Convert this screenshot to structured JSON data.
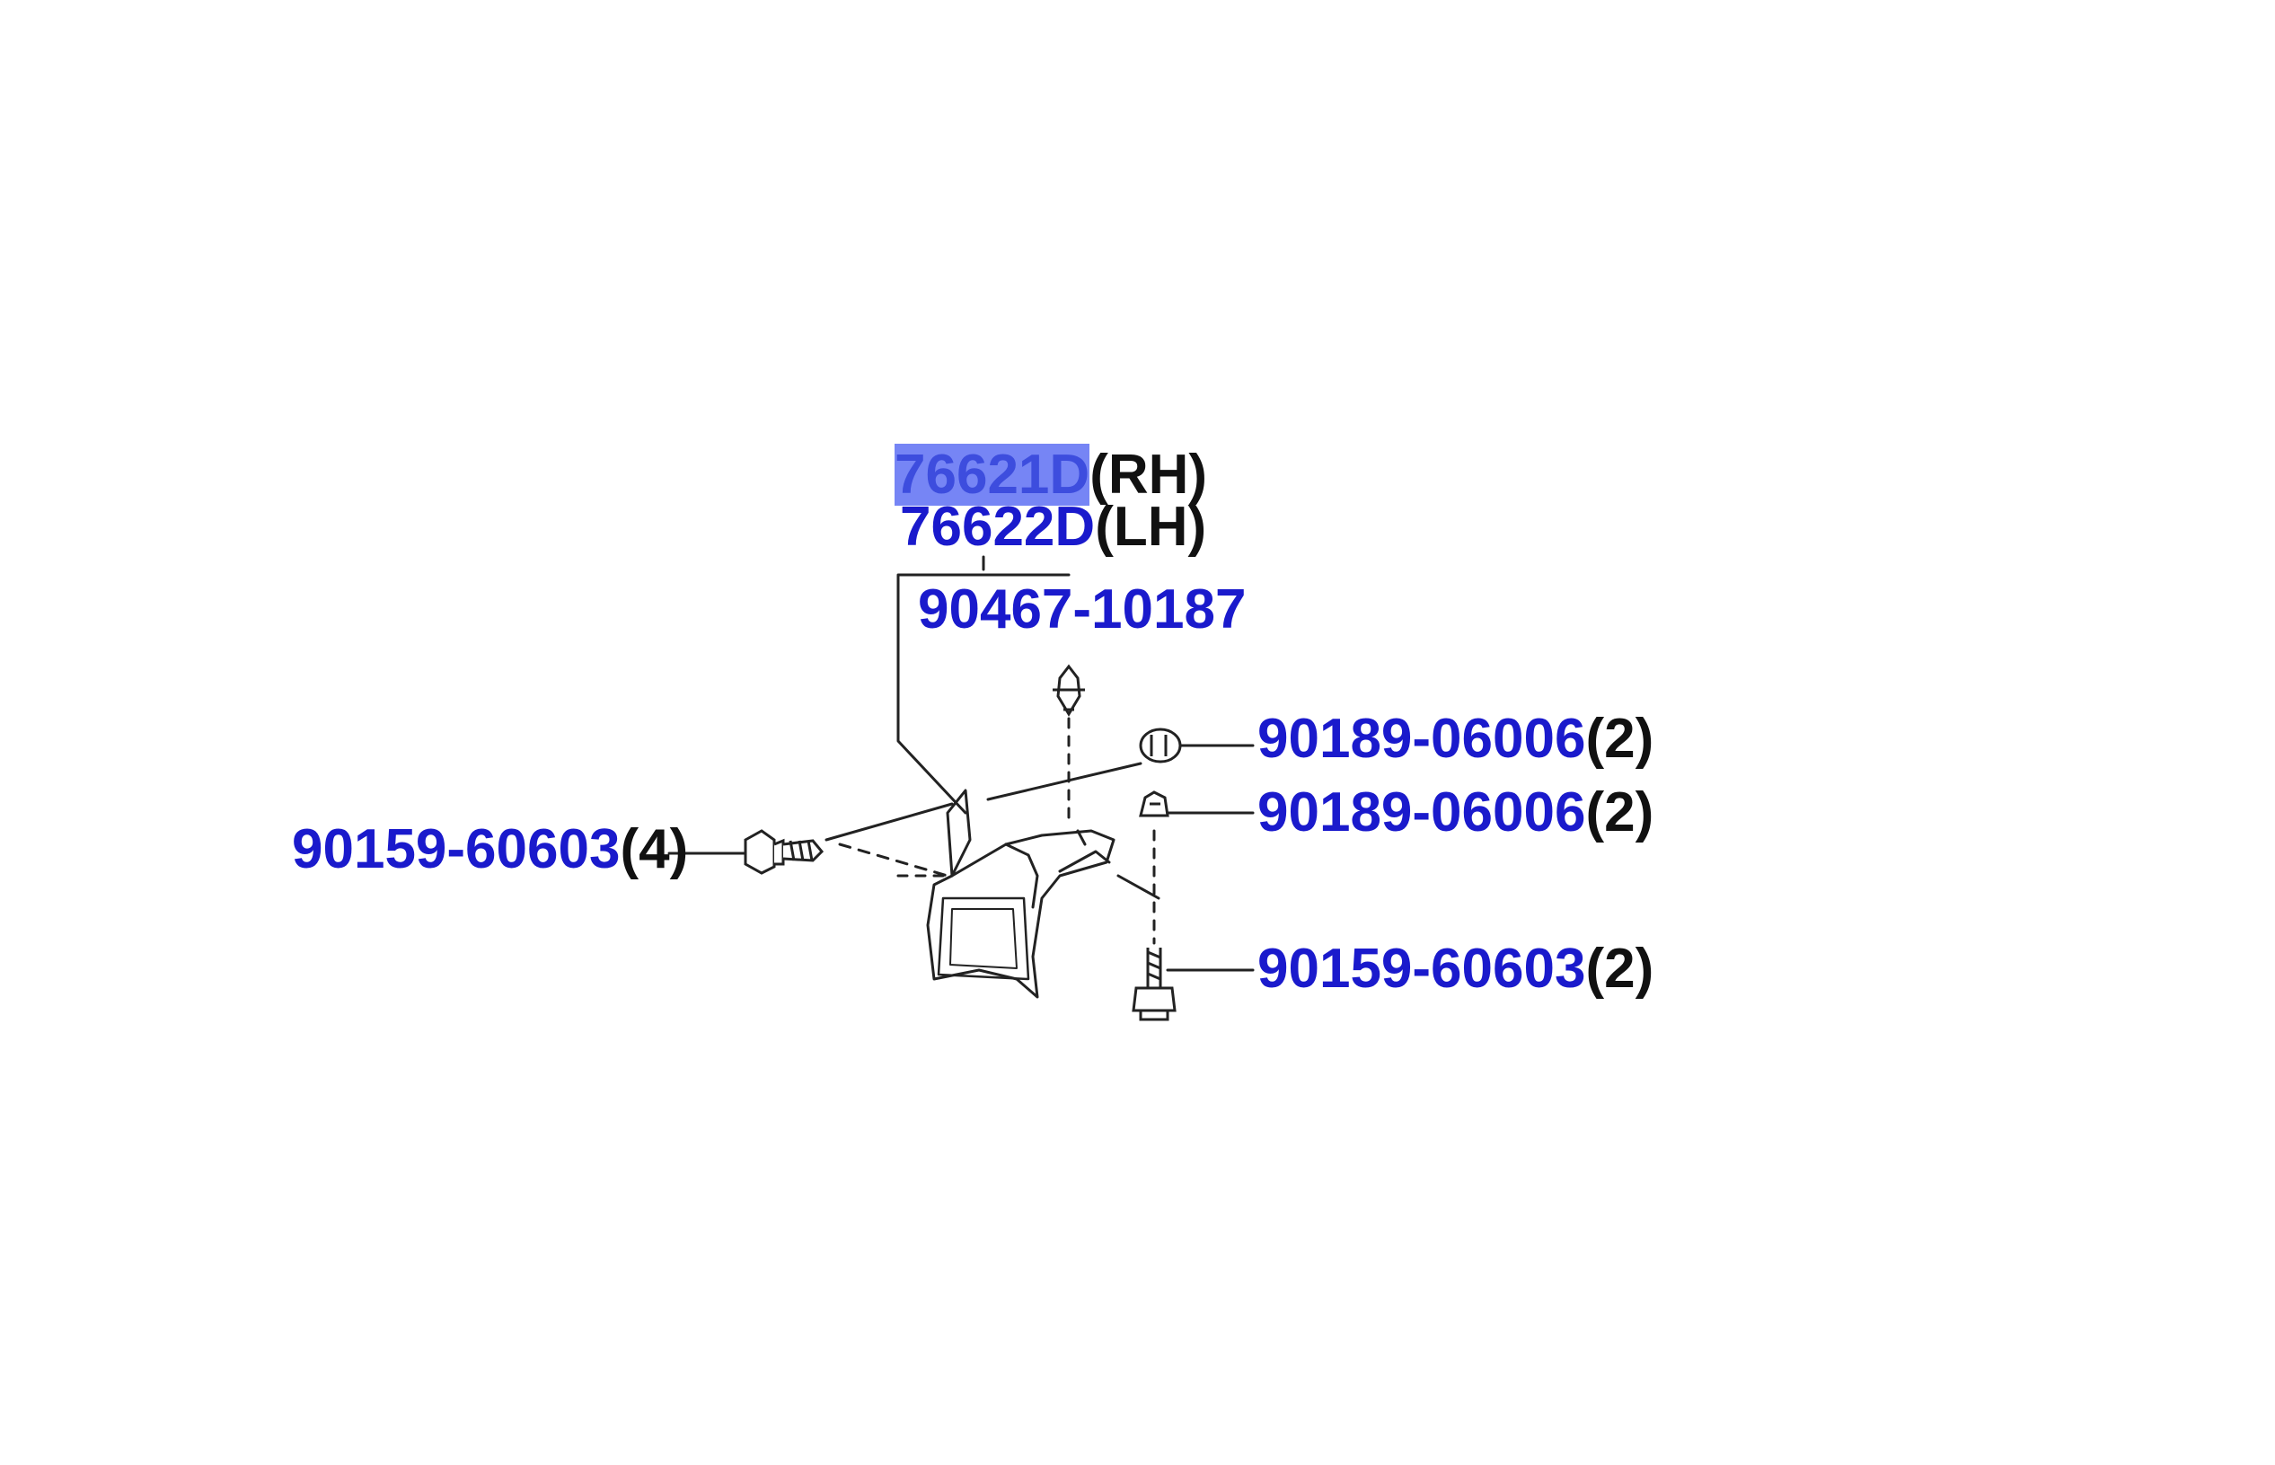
{
  "colors": {
    "part_number": "#1a1acc",
    "qualifier": "#111111",
    "highlight": "#6f7ff5",
    "line": "#222222"
  },
  "labels": {
    "mudflap_rh": {
      "part": "76621D",
      "qualifier": "(RH)",
      "highlighted": true
    },
    "mudflap_lh": {
      "part": "76622D",
      "qualifier": "(LH)"
    },
    "clip": {
      "part": "90467-10187",
      "qualifier": ""
    },
    "screw_grommet_upper": {
      "part": "90189-06006",
      "qualifier": "(2)"
    },
    "screw_grommet_lower": {
      "part": "90189-06006",
      "qualifier": "(2)"
    },
    "bolt_left": {
      "part": "90159-60603",
      "qualifier": "(4)"
    },
    "bolt_lower_right": {
      "part": "90159-60603",
      "qualifier": "(2)"
    }
  },
  "icons": {
    "clip": "push-clip-icon",
    "grommet_upper": "grommet-icon",
    "grommet_lower": "nut-icon",
    "bolt_left": "tapping-screw-icon",
    "bolt_lower_right": "bolt-icon"
  }
}
